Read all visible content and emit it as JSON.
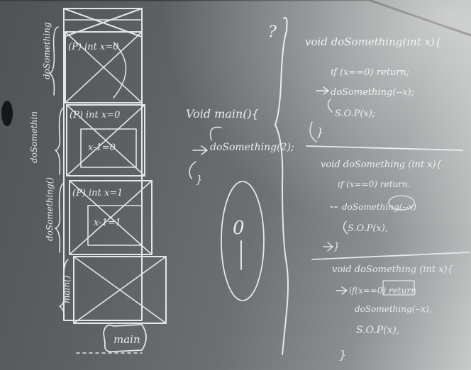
{
  "scene": {
    "type": "photo-of-whiteboard",
    "subject": "recursion call-stack diagram",
    "colors": {
      "board": "#5d6163",
      "marker": "#e9ecee",
      "glare": "#ffffff"
    }
  },
  "stack": {
    "frames": [
      {
        "param": "(P) int x=0"
      },
      {
        "param": "(P) int x=0",
        "local": "x-1=0"
      },
      {
        "param": "(P) int x=1",
        "local": "x-1=1"
      }
    ],
    "side_labels": [
      "doSomething",
      "doSomethin",
      "doSomething()",
      "main()"
    ],
    "base_label": "main"
  },
  "main_code": {
    "lines": [
      "Void main(){",
      "doSomething(2);",
      "}"
    ]
  },
  "stick_figure": {
    "head": "0"
  },
  "code_blocks": [
    {
      "lines": [
        "void doSomething(int x){",
        "if (x==0) return;",
        "doSomething(--x);",
        "S.O.P(x);",
        "}"
      ]
    },
    {
      "lines": [
        "void doSomething (int x){",
        "if (x==0) return.",
        "doSomething(--x)",
        "S.O.P(x),",
        "}"
      ]
    },
    {
      "lines": [
        "void doSomething (int x){",
        "if(x==0) return",
        "doSomething(--x),",
        "S.O.P(x),",
        "}"
      ]
    }
  ]
}
